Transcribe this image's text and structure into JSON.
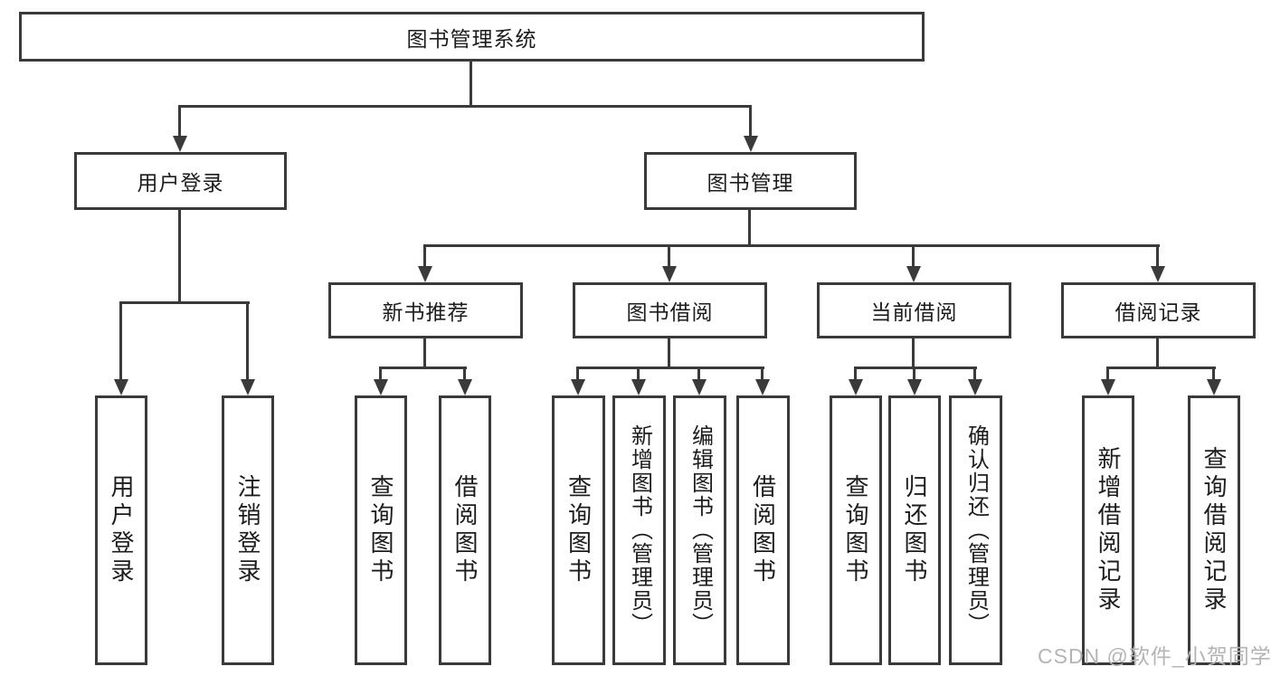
{
  "root": {
    "label": "图书管理系统"
  },
  "user_branch": {
    "label": "用户登录",
    "children": [
      {
        "label": "用户登录"
      },
      {
        "label": "注销登录"
      }
    ]
  },
  "book_branch": {
    "label": "图书管理",
    "sections": [
      {
        "label": "新书推荐",
        "children": [
          {
            "label": "查询图书"
          },
          {
            "label": "借阅图书"
          }
        ]
      },
      {
        "label": "图书借阅",
        "children": [
          {
            "label": "查询图书"
          },
          {
            "label": "新增图书（管理员）"
          },
          {
            "label": "编辑图书（管理员）"
          },
          {
            "label": "借阅图书"
          }
        ]
      },
      {
        "label": "当前借阅",
        "children": [
          {
            "label": "查询图书"
          },
          {
            "label": "归还图书"
          },
          {
            "label": "确认归还（管理员）"
          }
        ]
      },
      {
        "label": "借阅记录",
        "children": [
          {
            "label": "新增借阅记录"
          },
          {
            "label": "查询借阅记录"
          }
        ]
      }
    ]
  },
  "watermark": {
    "text": "CSDN @软件_小贺同学"
  },
  "colors": {
    "line": "#3a3a3a",
    "text": "#1c1c1c",
    "watermark": "#b4b4b4",
    "background": "#ffffff"
  }
}
